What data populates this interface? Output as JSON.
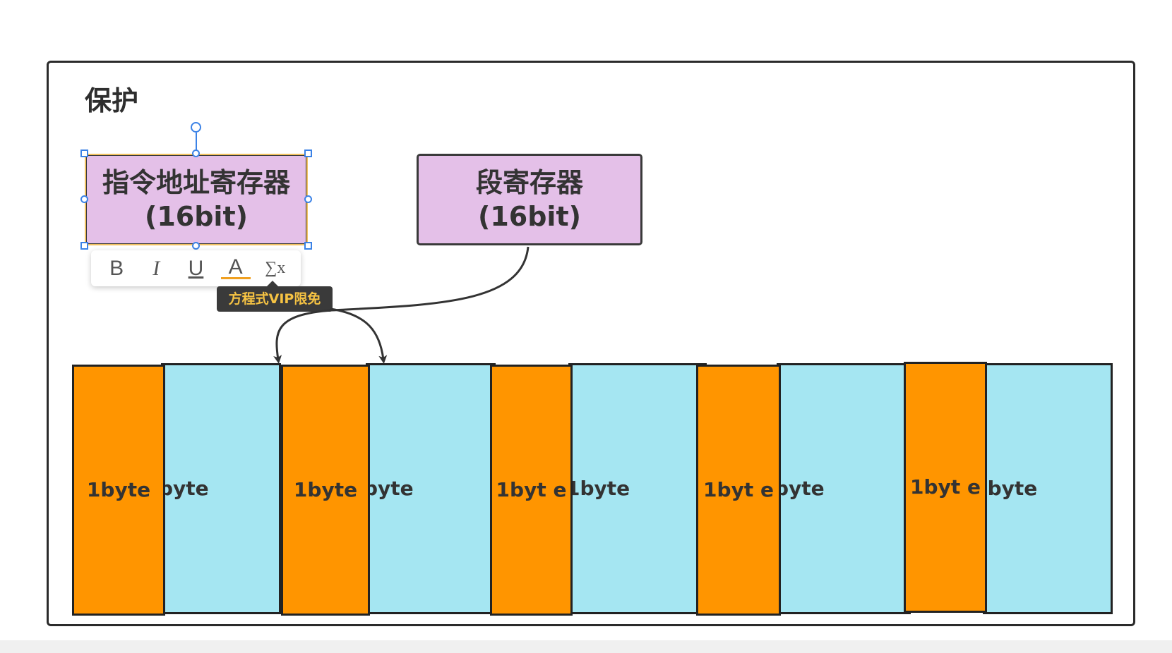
{
  "title": "保护",
  "boxes": {
    "ip": {
      "line1": "指令地址寄存器",
      "line2": "(16bit)"
    },
    "seg": {
      "line1": "段寄存器",
      "line2": "(16bit)"
    }
  },
  "toolbar": {
    "bold": "B",
    "italic": "I",
    "underline": "U",
    "color": "A",
    "formula": "∑x"
  },
  "tooltip": "方程式VIP限免",
  "memory": {
    "orange": [
      "1byte",
      "1byte",
      "1byt e",
      "1byt e",
      "1byt e"
    ],
    "blue": [
      "byte",
      "byte",
      "1byte",
      "byte",
      "lbyte"
    ]
  },
  "colors": {
    "box_fill": "#e4c0e8",
    "orange": "#ff9500",
    "blue": "#a5e6f2",
    "selection": "#3b82e6",
    "tooltip_text": "#f6c343"
  }
}
